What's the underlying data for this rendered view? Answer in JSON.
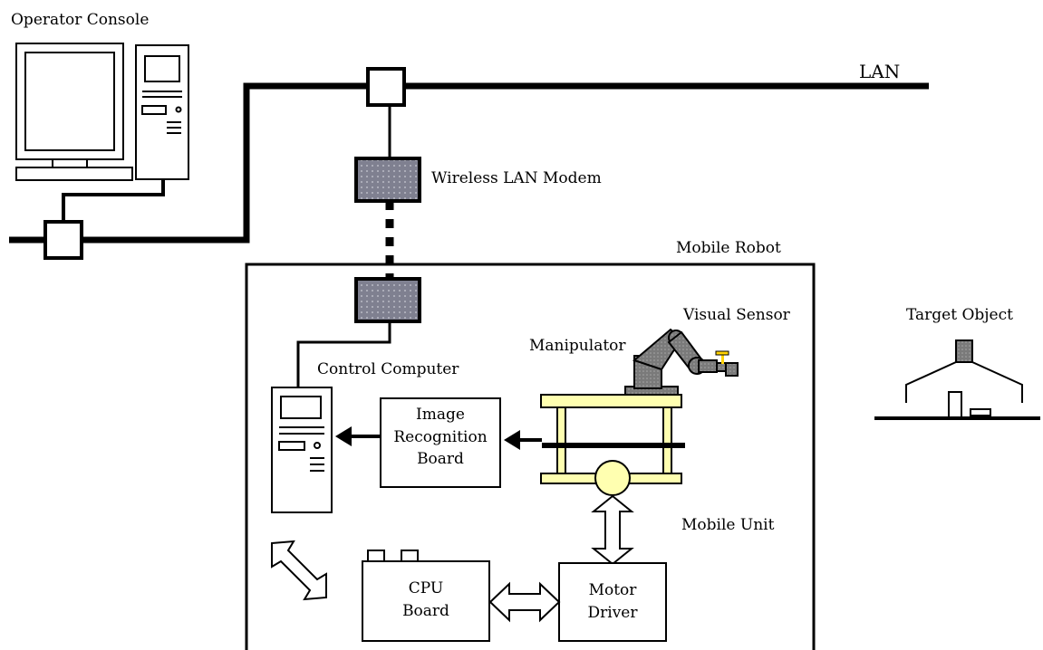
{
  "labels": {
    "operator_console": "Operator Console",
    "lan": "LAN",
    "wireless_lan_modem": "Wireless LAN Modem",
    "mobile_robot": "Mobile Robot",
    "visual_sensor": "Visual Sensor",
    "target_object": "Target Object",
    "manipulator": "Manipulator",
    "control_computer": "Control Computer",
    "mobile_unit": "Mobile Unit"
  },
  "boxes": {
    "image_recognition_board": [
      "Image",
      "Recognition",
      "Board"
    ],
    "cpu_board": [
      "CPU",
      "Board"
    ],
    "motor_driver": [
      "Motor",
      "Driver"
    ]
  },
  "colors": {
    "line": "#000000",
    "modem_fill": "#8a8a9a",
    "frame_fill": "#ffffb0",
    "arm_fill": "#808080"
  }
}
